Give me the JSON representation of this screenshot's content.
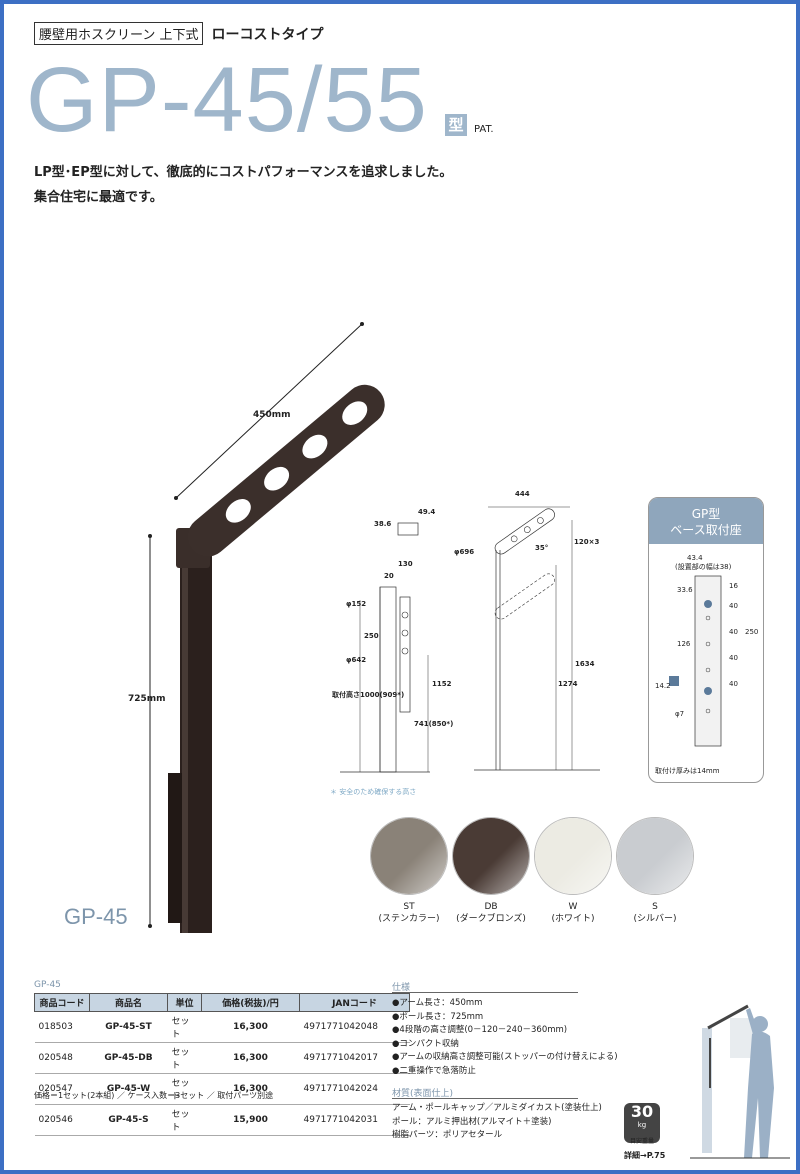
{
  "header": {
    "category": "腰壁用ホスクリーン 上下式",
    "subtitle": "ローコストタイプ",
    "model": "GP-45/55",
    "type_char": "型",
    "pat": "PAT."
  },
  "description": [
    "LP型･EP型に対して、徹底的にコストパフォーマンスを追求しました。",
    "集合住宅に最適です。"
  ],
  "product_photo": {
    "model_label": "GP-45",
    "arm_length": "450mm",
    "pole_length": "725mm"
  },
  "side_drawing": {
    "dims": [
      "38.6",
      "49.4",
      "130",
      "20",
      "φ152",
      "250",
      "φ642",
      "1152",
      "741(850*)",
      "取付高さ1000(909*)"
    ],
    "note": "＊ 安全のため確保する高さ"
  },
  "front_drawing": {
    "dims": [
      "444",
      "35°",
      "120×3",
      "φ696",
      "1634",
      "1274"
    ]
  },
  "base_card": {
    "title_line1": "GP型",
    "title_line2": "ベース取付座",
    "dims": [
      "43.4",
      "(設置部の幅は38)",
      "33.6",
      "126",
      "14.2",
      "φ7",
      "16",
      "40",
      "40",
      "40",
      "40",
      "250"
    ],
    "thickness_note": "取付け厚みは14mm"
  },
  "colors": [
    {
      "code": "ST",
      "name": "(ステンカラー)",
      "color": "#8a8278"
    },
    {
      "code": "DB",
      "name": "(ダークブロンズ)",
      "color": "#4a3b35"
    },
    {
      "code": "W",
      "name": "(ホワイト)",
      "color": "#ecebe3"
    },
    {
      "code": "S",
      "name": "(シルバー)",
      "color": "#c9ccd0"
    }
  ],
  "price_table": {
    "title": "GP-45",
    "headers": [
      "商品コード",
      "商品名",
      "単位",
      "価格(税抜)/円",
      "JANコード"
    ],
    "rows": [
      [
        "018503",
        "GP-45-ST",
        "セット",
        "16,300",
        "4971771042048"
      ],
      [
        "020548",
        "GP-45-DB",
        "セット",
        "16,300",
        "4971771042017"
      ],
      [
        "020547",
        "GP-45-W",
        "セット",
        "16,300",
        "4971771042024"
      ],
      [
        "020546",
        "GP-45-S",
        "セット",
        "15,900",
        "4971771042031"
      ]
    ],
    "note": "価格＝1セット(2本組) ／ ケース入数＝3セット ／ 取付パーツ別途"
  },
  "specs": {
    "title": "仕様",
    "items": [
      "●アーム長さ：450mm",
      "●ポール長さ：725mm",
      "●4段階の高さ調整(0－120－240－360mm)",
      "●コンパクト収納",
      "●アームの収納高さ調整可能(ストッパーの付け替えによる)",
      "●二重操作で急落防止"
    ],
    "material_title": "材質(表面仕上)",
    "materials": [
      "アーム・ポールキャップ／アルミダイカスト(塗装仕上)",
      "ポール：アルミ押出材(アルマイト＋塗装)",
      "樹脂パーツ：ポリアセタール"
    ]
  },
  "badge": {
    "value": "30",
    "unit": "kg",
    "caption": "目安重量",
    "detail": "詳細→P.75"
  }
}
